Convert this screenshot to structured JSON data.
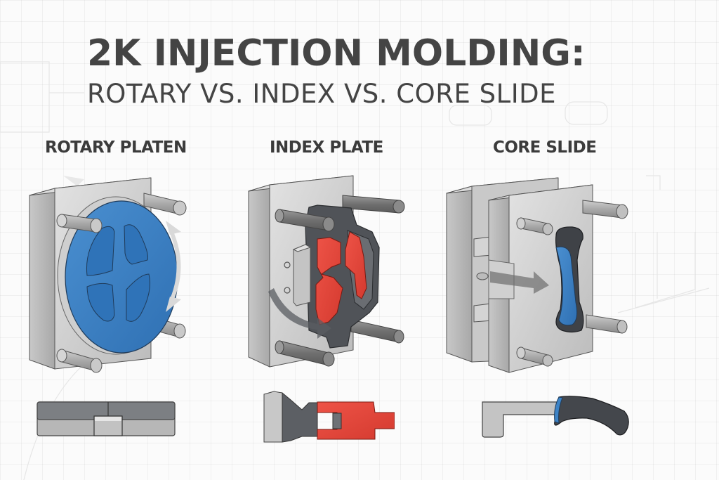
{
  "title": "2K INJECTION MOLDING:",
  "subtitle": "ROTARY VS. INDEX VS. CORE SLIDE",
  "colors": {
    "title_text": "#444444",
    "steel_light": "#d6d6d6",
    "steel_mid": "#bdbdbd",
    "steel_dark": "#9c9c9c",
    "blue_material": "#3d83c6",
    "red_material": "#e0463a",
    "dark_material": "#4a4d52",
    "rotation_arrow": "#d9d9d9",
    "background": "#fbfbfb",
    "grid": "#ececec"
  },
  "panels": [
    {
      "id": "rotary",
      "label": "ROTARY PLATEN",
      "illustration": "steel mold plate with rotating blue platen, four guide pins, curved double-headed rotation arrow",
      "part_preview": "two-layer flat bar, dark gray top over light gray base with center insert"
    },
    {
      "id": "index",
      "label": "INDEX PLATE",
      "illustration": "steel mold plate with dark gray index plate holding red overmolded part, curved transfer arrow",
      "part_preview": "dark gray substrate with red second-shot component interlocked"
    },
    {
      "id": "core-slide",
      "label": "CORE SLIDE",
      "illustration": "split steel mold with sliding core, straight arrow indicating slide direction, black/blue handle cavity",
      "part_preview": "light gray metal shank with black handle and blue grip edge"
    }
  ]
}
